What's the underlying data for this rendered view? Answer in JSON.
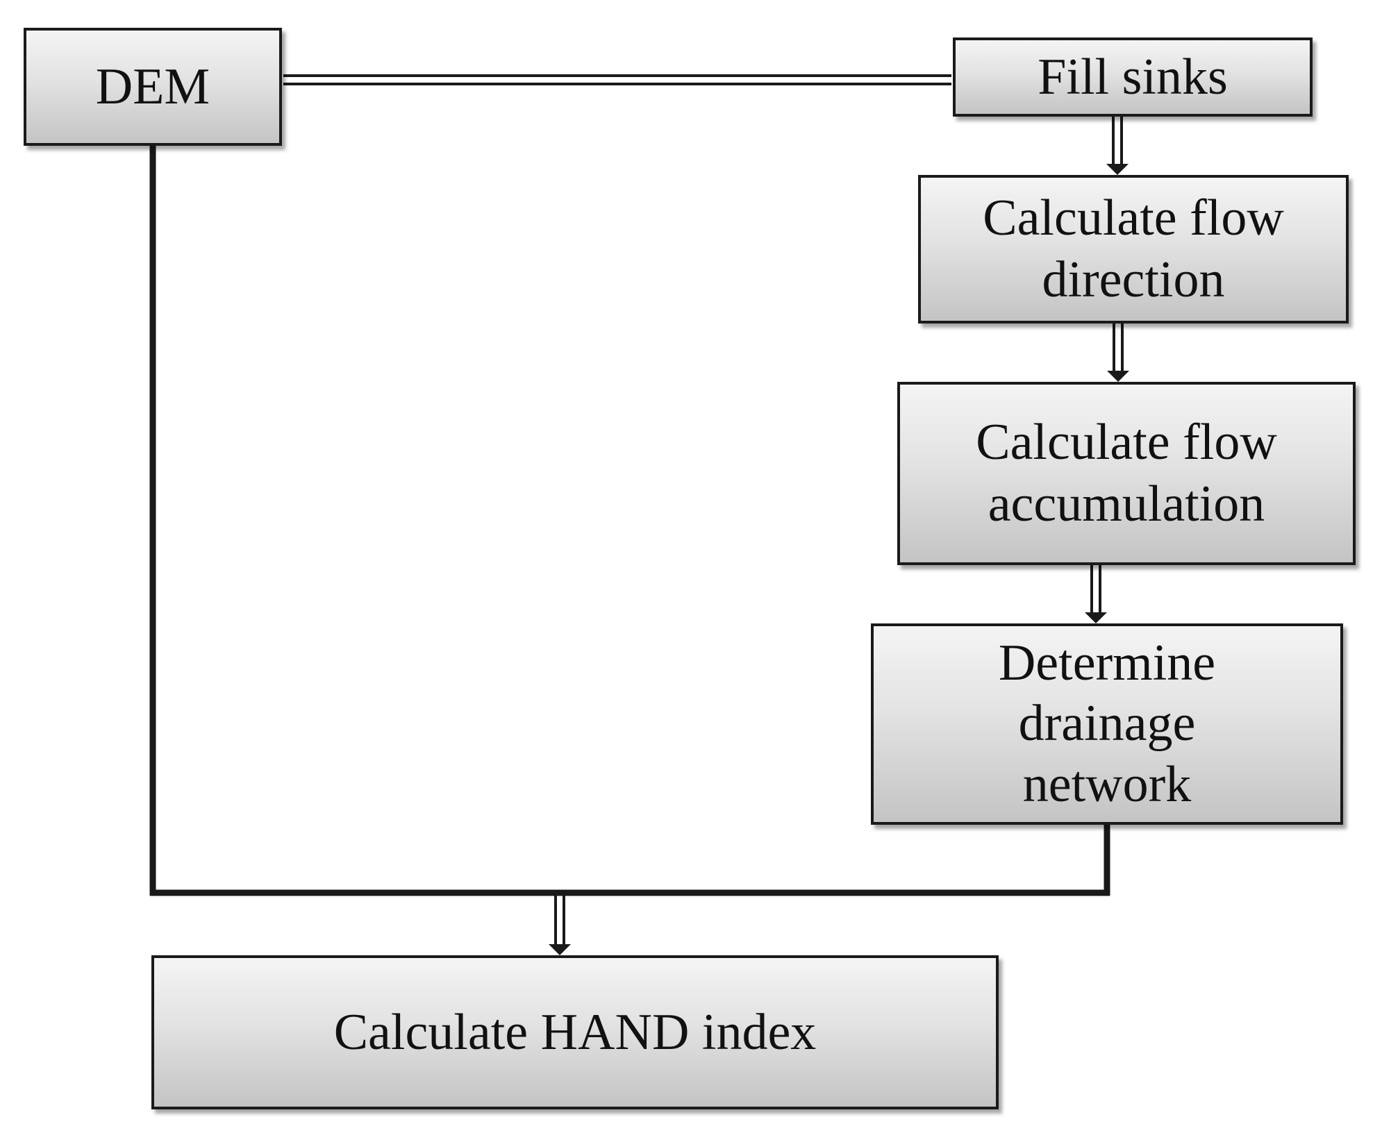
{
  "nodes": {
    "dem": "DEM",
    "fill_sinks": "Fill sinks",
    "flow_direction": "Calculate flow direction",
    "flow_accumulation": "Calculate flow accumulation",
    "drainage_network": "Determine drainage network",
    "hand_index": "Calculate HAND index"
  },
  "colors": {
    "line": "#1a1a1a",
    "box_top": "#f4f4f4",
    "box_bottom": "#c4c4c4"
  }
}
